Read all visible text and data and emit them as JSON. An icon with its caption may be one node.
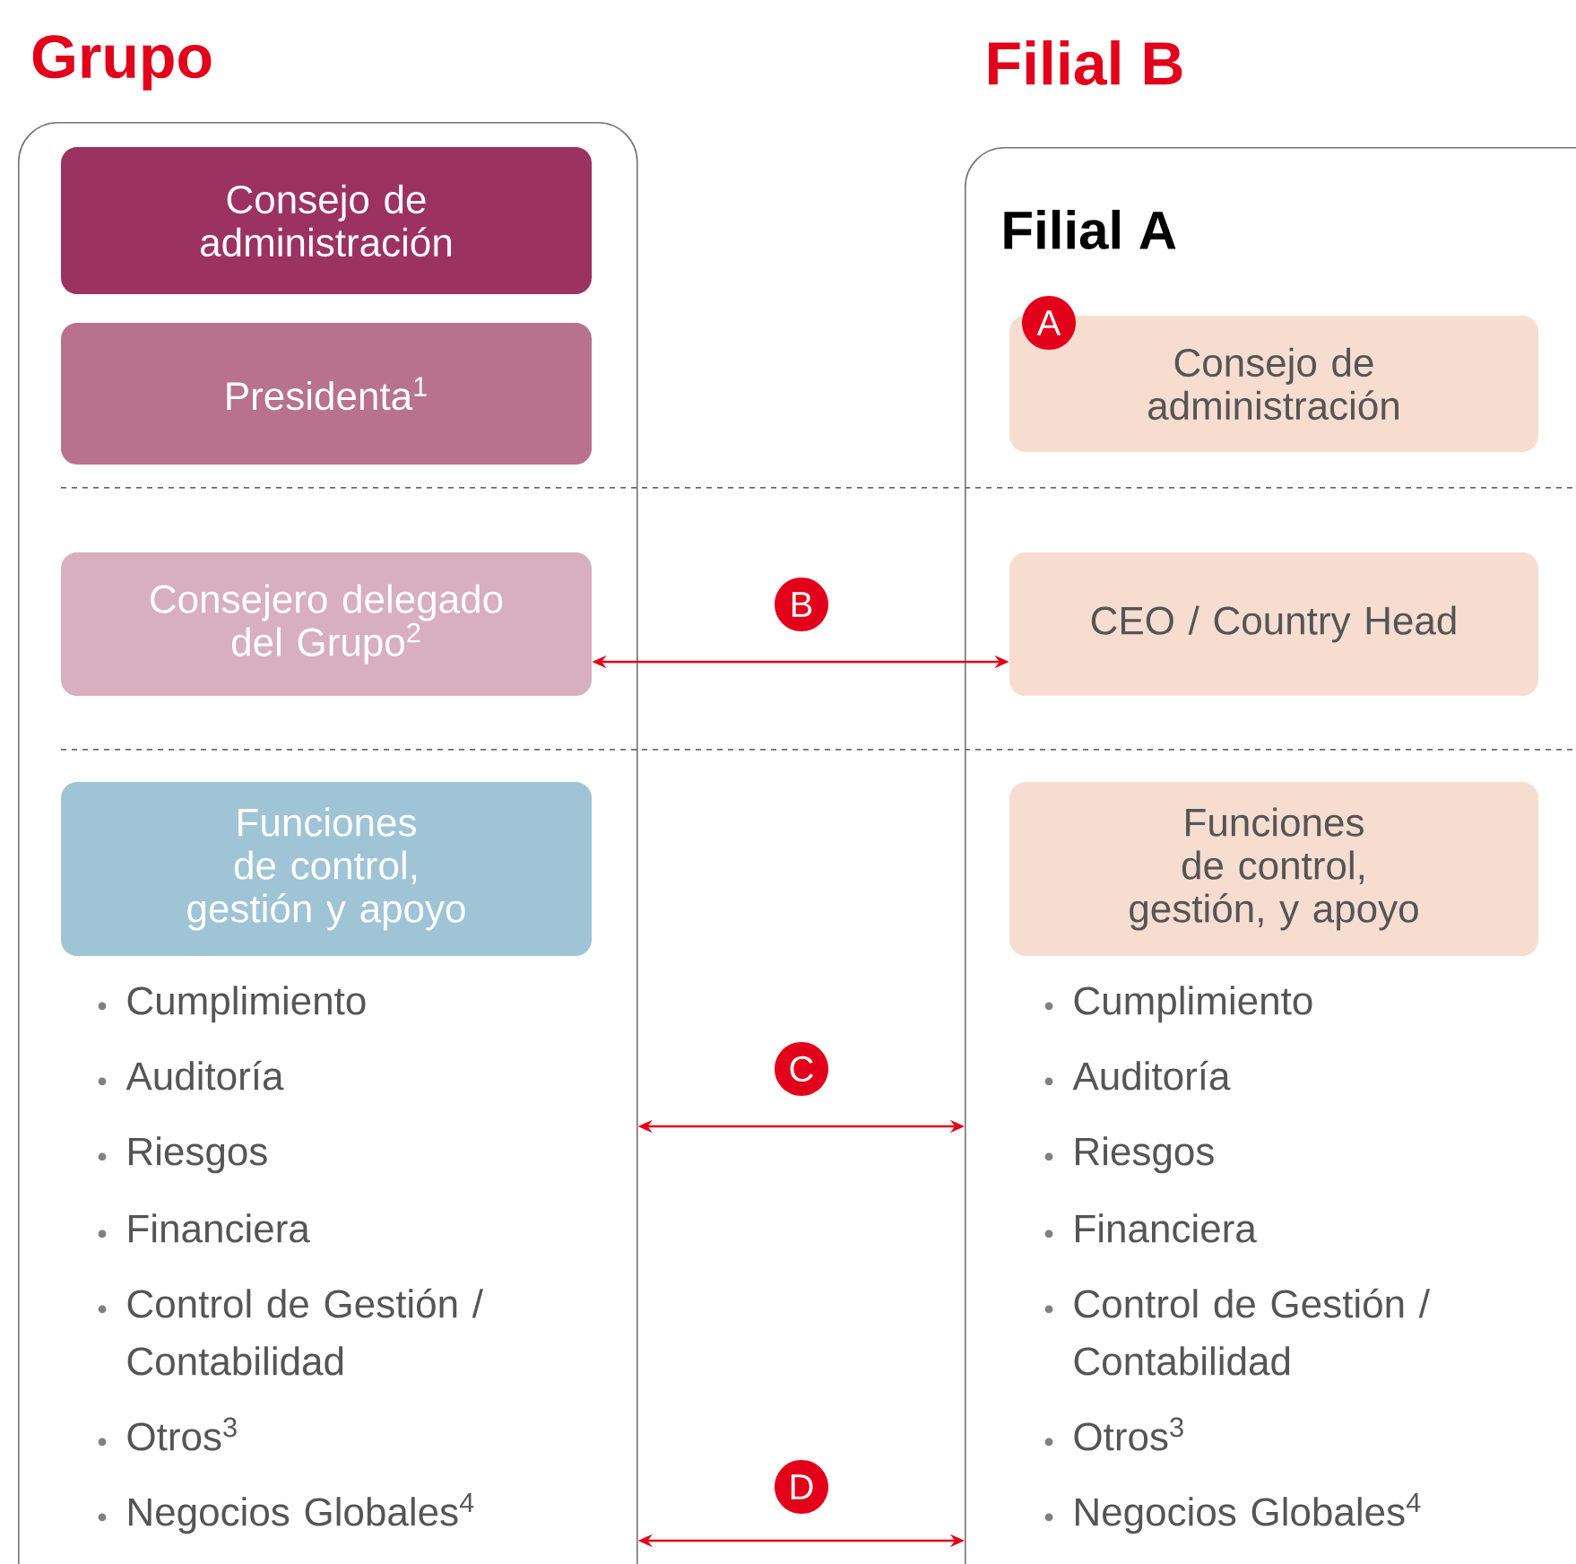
{
  "diagram": {
    "nodes": [
      {
        "text": [
          "Grupo"
        ]
      },
      {
        "text": [
          "Consejo de administración"
        ],
        "in": 0
      },
      {
        "text": [
          "Presidenta$^{1}$"
        ],
        "in": 0
      },
      {
        "text": [
          "Consejero delegado del Grupo$^{2}$"
        ],
        "in": 0
      },
      {
        "text": [
          "Funciones de control, gestión y apoyo"
        ],
        "in": 0
      },
      {
        "text": [
          "Filial B",
          "Filial A"
        ]
      },
      {
        "text": [
          "Consejo de administración"
        ],
        "in": 5
      },
      {
        "text": [
          "CEO / Country Head"
        ],
        "in": 5
      },
      {
        "text": [
          "Funciones de control, gestión, y apoyo"
        ],
        "in": 5
      },
      {
        "text": [
          "A"
        ],
        "in": 5
      },
      {
        "text": [
          "B"
        ]
      },
      {
        "text": [
          "C"
        ]
      },
      {
        "text": [
          "D"
        ]
      }
    ],
    "edges": [
      {
        "from": 3,
        "to": 7,
        "arrow": "both"
      },
      {
        "from": 0,
        "to": 5,
        "arrow": "both"
      },
      {
        "from": 0,
        "to": 5,
        "arrow": "both"
      }
    ],
    "labels": [
      "Cumplimiento",
      "Auditoría",
      "Riesgos",
      "Financiera",
      "Control de Gestión / Contabilidad",
      "Otros$^{3}$",
      "Negocios Globales$^{4}$",
      "Cumplimiento",
      "Auditoría",
      "Riesgos",
      "Financiera",
      "Control de Gestión / Contabilidad",
      "Otros$^{3}$",
      "Negocios Globales$^{4}$"
    ]
  }
}
